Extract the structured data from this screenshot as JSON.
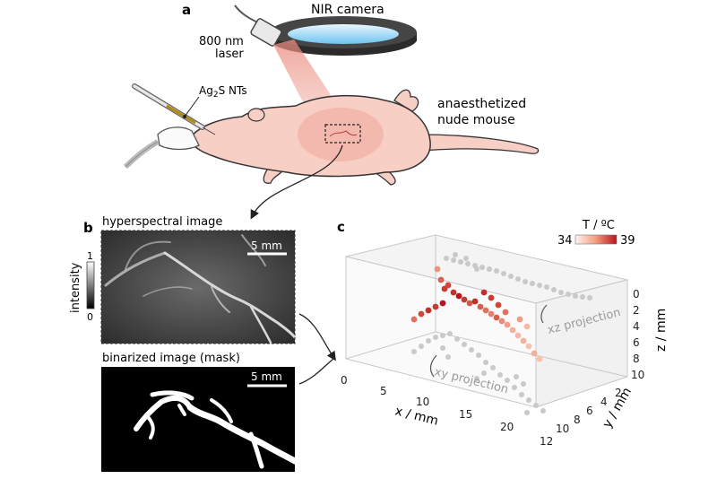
{
  "panel_a": {
    "label": "a",
    "camera_label": "NIR camera",
    "laser_label_line1": "800 nm",
    "laser_label_line2": "laser",
    "injection_label_main": "Ag",
    "injection_label_sub": "2",
    "injection_label_rest": "S NTs",
    "mouse_label_line1": "anaesthetized",
    "mouse_label_line2": "nude mouse"
  },
  "panel_b": {
    "label": "b",
    "hyperspectral_title": "hyperspectral image",
    "scalebar_top": "5 mm",
    "intensity_label": "intensity",
    "intensity_max": "1",
    "intensity_min": "0",
    "binarized_title": "binarized image (mask)",
    "scalebar_bottom": "5 mm"
  },
  "panel_c": {
    "label": "c",
    "colorbar_title": "T / ºC",
    "colorbar_min": "34",
    "colorbar_max": "39",
    "xz_projection_label": "xz projection",
    "xy_projection_label": "xy projection",
    "x_axis_label": "x / mm",
    "y_axis_label": "y / mm",
    "z_axis_label": "z / mm",
    "x_ticks": [
      "0",
      "5",
      "10",
      "15",
      "20"
    ],
    "y_ticks": [
      "2",
      "4",
      "6",
      "8",
      "10",
      "12"
    ],
    "z_ticks": [
      "0",
      "2",
      "4",
      "6",
      "8",
      "10"
    ]
  },
  "colors": {
    "mouse_fill": "#f7cfc5",
    "hot": "#b8141e",
    "warm": "#f5a88e",
    "projection_gray": "#c9c9c9"
  }
}
